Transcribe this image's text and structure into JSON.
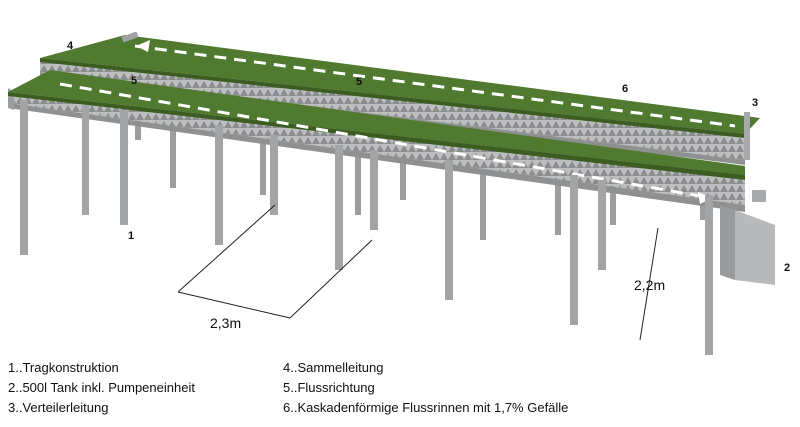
{
  "labels": {
    "n1": "1",
    "n2": "2",
    "n3": "3",
    "n4": "4",
    "n5a": "5",
    "n5b": "5",
    "n6": "6"
  },
  "dimensions": {
    "width": "2,3m",
    "height": "2,2m"
  },
  "legend": {
    "left": [
      "1..Tragkonstruktion",
      "2..500l Tank inkl. Pumpeneinheit",
      "3..Verteilerleitung"
    ],
    "right": [
      "4..Sammelleitung",
      "5..Flussrichtung",
      "6..Kaskadenförmige Flussrinnen mit 1,7% Gefälle"
    ]
  },
  "colors": {
    "grass": "#4f7a2f",
    "frame": "#a8a9aa",
    "frame_dark": "#7f8081",
    "tank": "#b8b9ba",
    "arrow": "#ffffff"
  }
}
